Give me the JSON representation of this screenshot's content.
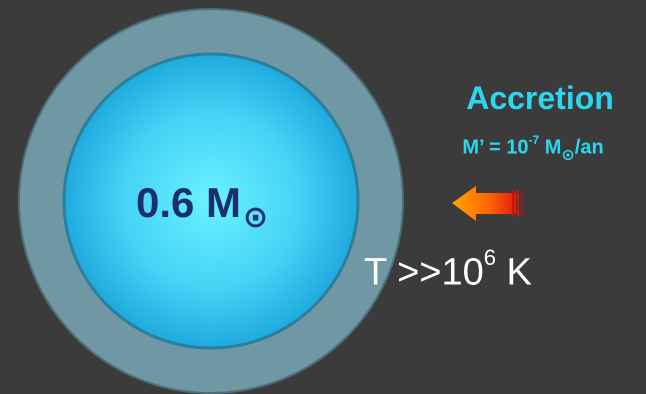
{
  "core": {
    "mass_value": "0.6 M",
    "mass_symbol": "⊙"
  },
  "accretion": {
    "title": "Accretion",
    "rate_prefix": "M’ = 10",
    "rate_exponent": "-7",
    "rate_unit": " M",
    "rate_symbol": "⊙",
    "rate_suffix": "/an"
  },
  "temperature": {
    "prefix": "T >>10",
    "exponent": "6",
    "suffix": " K"
  },
  "colors": {
    "background": "#3b3b3b",
    "envelope": "#6f98a4",
    "core_center": "#69f2ff",
    "core_edge": "#1faadf",
    "accretion_text": "#2bd6f0",
    "mass_text": "#1a2f6e",
    "arrow_head": "#ff8c00",
    "arrow_tail": "#e21b0a"
  }
}
